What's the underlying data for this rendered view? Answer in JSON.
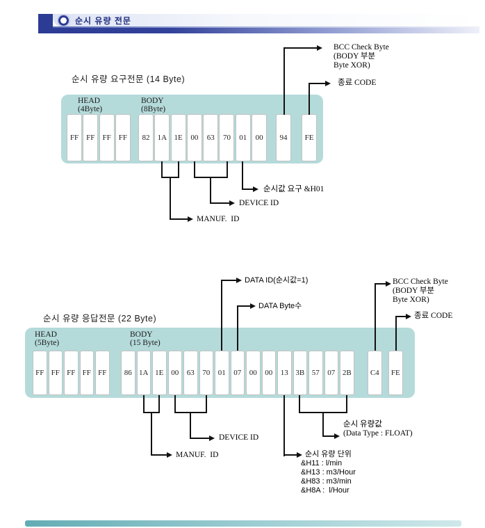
{
  "header": {
    "title": "순시 유량 전문"
  },
  "request": {
    "title": "순시 유량 요구전문 (14 Byte)",
    "head": {
      "label": "HEAD",
      "sub": "(4Byte)",
      "cells": [
        "FF",
        "FF",
        "FF",
        "FF"
      ]
    },
    "body": {
      "label": "BODY",
      "sub": "(8Byte)",
      "cells": [
        "82",
        "1A",
        "1E",
        "00",
        "63",
        "70",
        "01",
        "00"
      ]
    },
    "bcc_cell": [
      "94"
    ],
    "end_cell": [
      "FE"
    ],
    "annotations": {
      "bcc_line1": "BCC Check Byte",
      "bcc_line2": "(BODY 부분",
      "bcc_line3": "Byte XOR)",
      "end_code": "종료 CODE",
      "instant_request": "순시값 요구 &H01",
      "device_id": "DEVICE ID",
      "manuf_id": "MANUF.  ID"
    }
  },
  "response": {
    "title": "순시 유량 응답전문 (22 Byte)",
    "head": {
      "label": "HEAD",
      "sub": "(5Byte)",
      "cells": [
        "FF",
        "FF",
        "FF",
        "FF",
        "FF"
      ]
    },
    "body": {
      "label": "BODY",
      "sub": "(15 Byte)",
      "cells": [
        "86",
        "1A",
        "1E",
        "00",
        "63",
        "70",
        "01",
        "07",
        "00",
        "00",
        "13",
        "3B",
        "57",
        "07",
        "2B"
      ]
    },
    "bcc_cell": [
      "C4"
    ],
    "end_cell": [
      "FE"
    ],
    "annotations": {
      "data_id": "DATA ID(순시값=1)",
      "data_bytes": "DATA Byte수",
      "bcc_line1": "BCC Check Byte",
      "bcc_line2": "(BODY 부분",
      "bcc_line3": "Byte XOR)",
      "end_code": "종료 CODE",
      "device_id": "DEVICE ID",
      "manuf_id": "MANUF.  ID",
      "flow_value_line1": "순시 유량값",
      "flow_value_line2": "(Data Type : FLOAT)",
      "flow_unit_title": "순시 유량 단위",
      "flow_unit_1": "&H11 : l/min",
      "flow_unit_2": "&H13 : m3/Hour",
      "flow_unit_3": "&H83 : m3/min",
      "flow_unit_4": "&H8A :  l/Hour"
    }
  }
}
